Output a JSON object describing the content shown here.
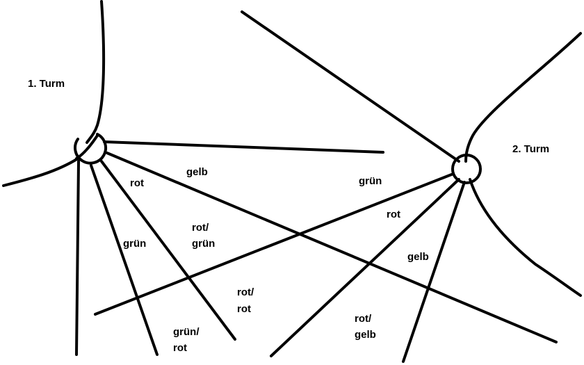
{
  "towers": {
    "tower1": "1. Turm",
    "tower2": "2. Turm"
  },
  "labels": {
    "rot": "rot",
    "gelb": "gelb",
    "gruen_left": "grün",
    "rot_gruen_1": "rot/",
    "rot_gruen_2": "grün",
    "rot_rot_1": "rot/",
    "rot_rot_2": "rot",
    "gruen_rot_1": "grün/",
    "gruen_rot_2": "rot",
    "gruen_right": "grün",
    "rot_right": "rot",
    "gelb_right": "gelb",
    "rot_gelb_1": "rot/",
    "rot_gelb_2": "gelb"
  }
}
